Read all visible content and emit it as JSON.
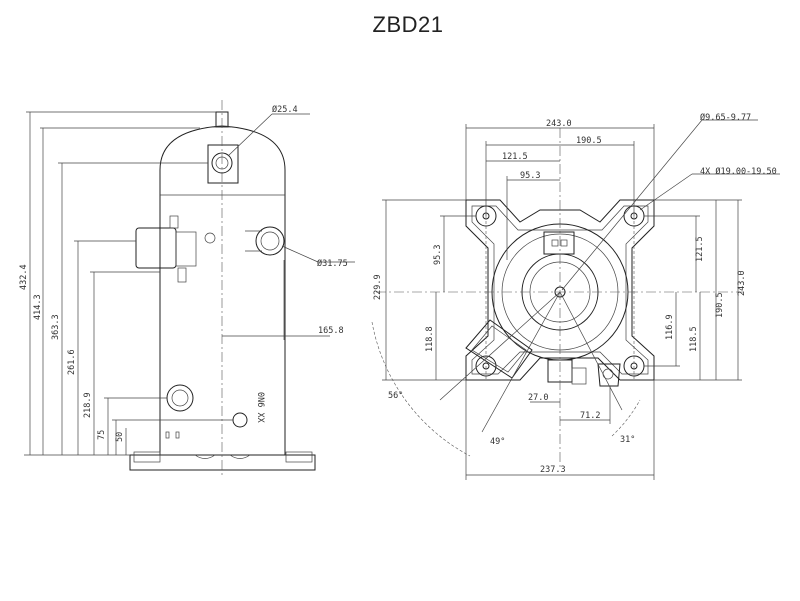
{
  "title": "ZBD21",
  "side_view": {
    "heights": [
      "432.4",
      "414.3",
      "363.3",
      "261.6",
      "218.9",
      "75",
      "50"
    ],
    "offset_165": "165.8",
    "suction_dia": "Ø25.4",
    "discharge_dia": "Ø31.75",
    "nameplate": "0N6 XX"
  },
  "top_view": {
    "widths": [
      "243.0",
      "190.5",
      "121.5",
      "95.3"
    ],
    "hole_dia": "Ø9.65-9.77",
    "mount_holes": "4X Ø19.00-19.50",
    "left_dims": [
      "229.9",
      "95.3",
      "118.8"
    ],
    "right_dims": [
      "121.5",
      "190.5",
      "243.0",
      "116.9",
      "118.5"
    ],
    "bottom_dims": [
      "27.0",
      "71.2",
      "237.3"
    ],
    "angles": [
      "56°",
      "49°",
      "31°"
    ]
  }
}
